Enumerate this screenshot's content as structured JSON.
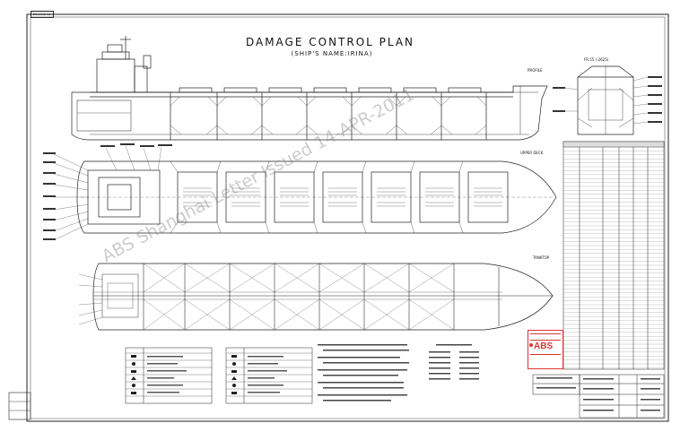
{
  "header_tag": "DRAWING NO.",
  "title": "DAMAGE CONTROL PLAN",
  "subtitle": "(SHIP'S NAME:IRINA)",
  "watermark": "ABS Shanghai Letter Issued 14-APR-2011",
  "profile_label": "PROFILE",
  "upper_deck_label": "UPPER DECK",
  "tanktop_label": "TANKTOP",
  "section_label": "FR.55 (-2625)",
  "class_logo": "ABS",
  "accent_color": "#d33333",
  "line_color": "#222222"
}
